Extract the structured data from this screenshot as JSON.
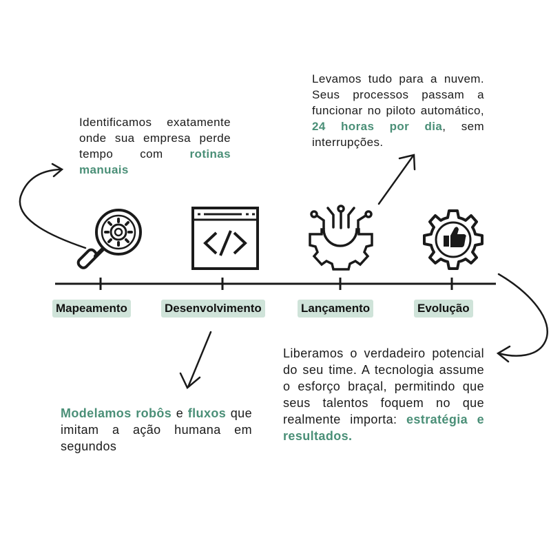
{
  "steps": [
    {
      "label": "Mapeamento",
      "icon": "magnifier-gear-icon"
    },
    {
      "label": "Desenvolvimento",
      "icon": "code-window-icon"
    },
    {
      "label": "Lançamento",
      "icon": "gear-circuit-icon"
    },
    {
      "label": "Evolução",
      "icon": "gear-thumbs-up-icon"
    }
  ],
  "descriptions": {
    "mapeamento": {
      "before": "Identificamos exatamente onde sua empresa perde tempo com ",
      "highlight": "rotinas manuais"
    },
    "desenvolvimento": {
      "highlight1": "Modelamos robôs",
      "middle": " e ",
      "highlight2": "fluxos",
      "after": " que imitam a ação humana em segundos"
    },
    "lancamento": {
      "before": "Levamos tudo para a nuvem. Seus processos passam a funcionar no piloto automático, ",
      "highlight": "24 horas por dia",
      "after": ", sem interrupções."
    },
    "evolucao": {
      "before": "Liberamos o verdadeiro potencial do seu time. A tecnologia assume o esforço braçal, permitindo que seus talentos foquem no que realmente importa: ",
      "highlight": "estratégia e resultados."
    }
  },
  "colors": {
    "accent": "#4a8f77",
    "label_bg": "#cfe3d9",
    "ink": "#1a1a1a"
  }
}
